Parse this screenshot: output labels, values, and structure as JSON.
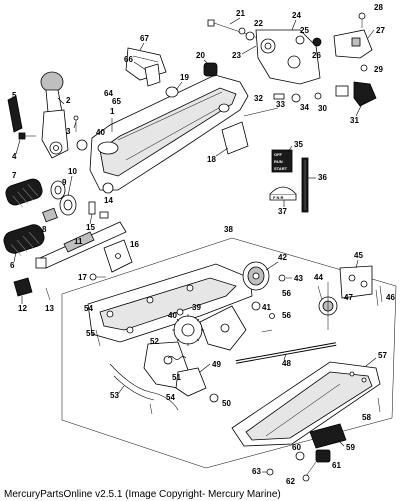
{
  "footer": {
    "copyright": "MercuryPartsOnline v2.5.1 (Image Copyright- Mercury Marine)"
  },
  "panel_labels": {
    "mode_top": "OFF",
    "mode_mid": "RUN",
    "mode_bottom": "START",
    "gear": "F  N  R"
  },
  "callouts": [
    "1",
    "2",
    "3",
    "4",
    "5",
    "6",
    "7",
    "8",
    "9",
    "10",
    "11",
    "12",
    "13",
    "14",
    "15",
    "16",
    "17",
    "18",
    "19",
    "20",
    "21",
    "22",
    "23",
    "24",
    "25",
    "26",
    "27",
    "28",
    "29",
    "30",
    "31",
    "32",
    "33",
    "34",
    "35",
    "36",
    "37",
    "38",
    "39",
    "40",
    "41",
    "42",
    "43",
    "44",
    "45",
    "46",
    "47",
    "48",
    "49",
    "50",
    "51",
    "52",
    "53",
    "54",
    "55",
    "56",
    "57",
    "58",
    "59",
    "60",
    "61",
    "62",
    "63",
    "64",
    "65",
    "66",
    "67"
  ]
}
